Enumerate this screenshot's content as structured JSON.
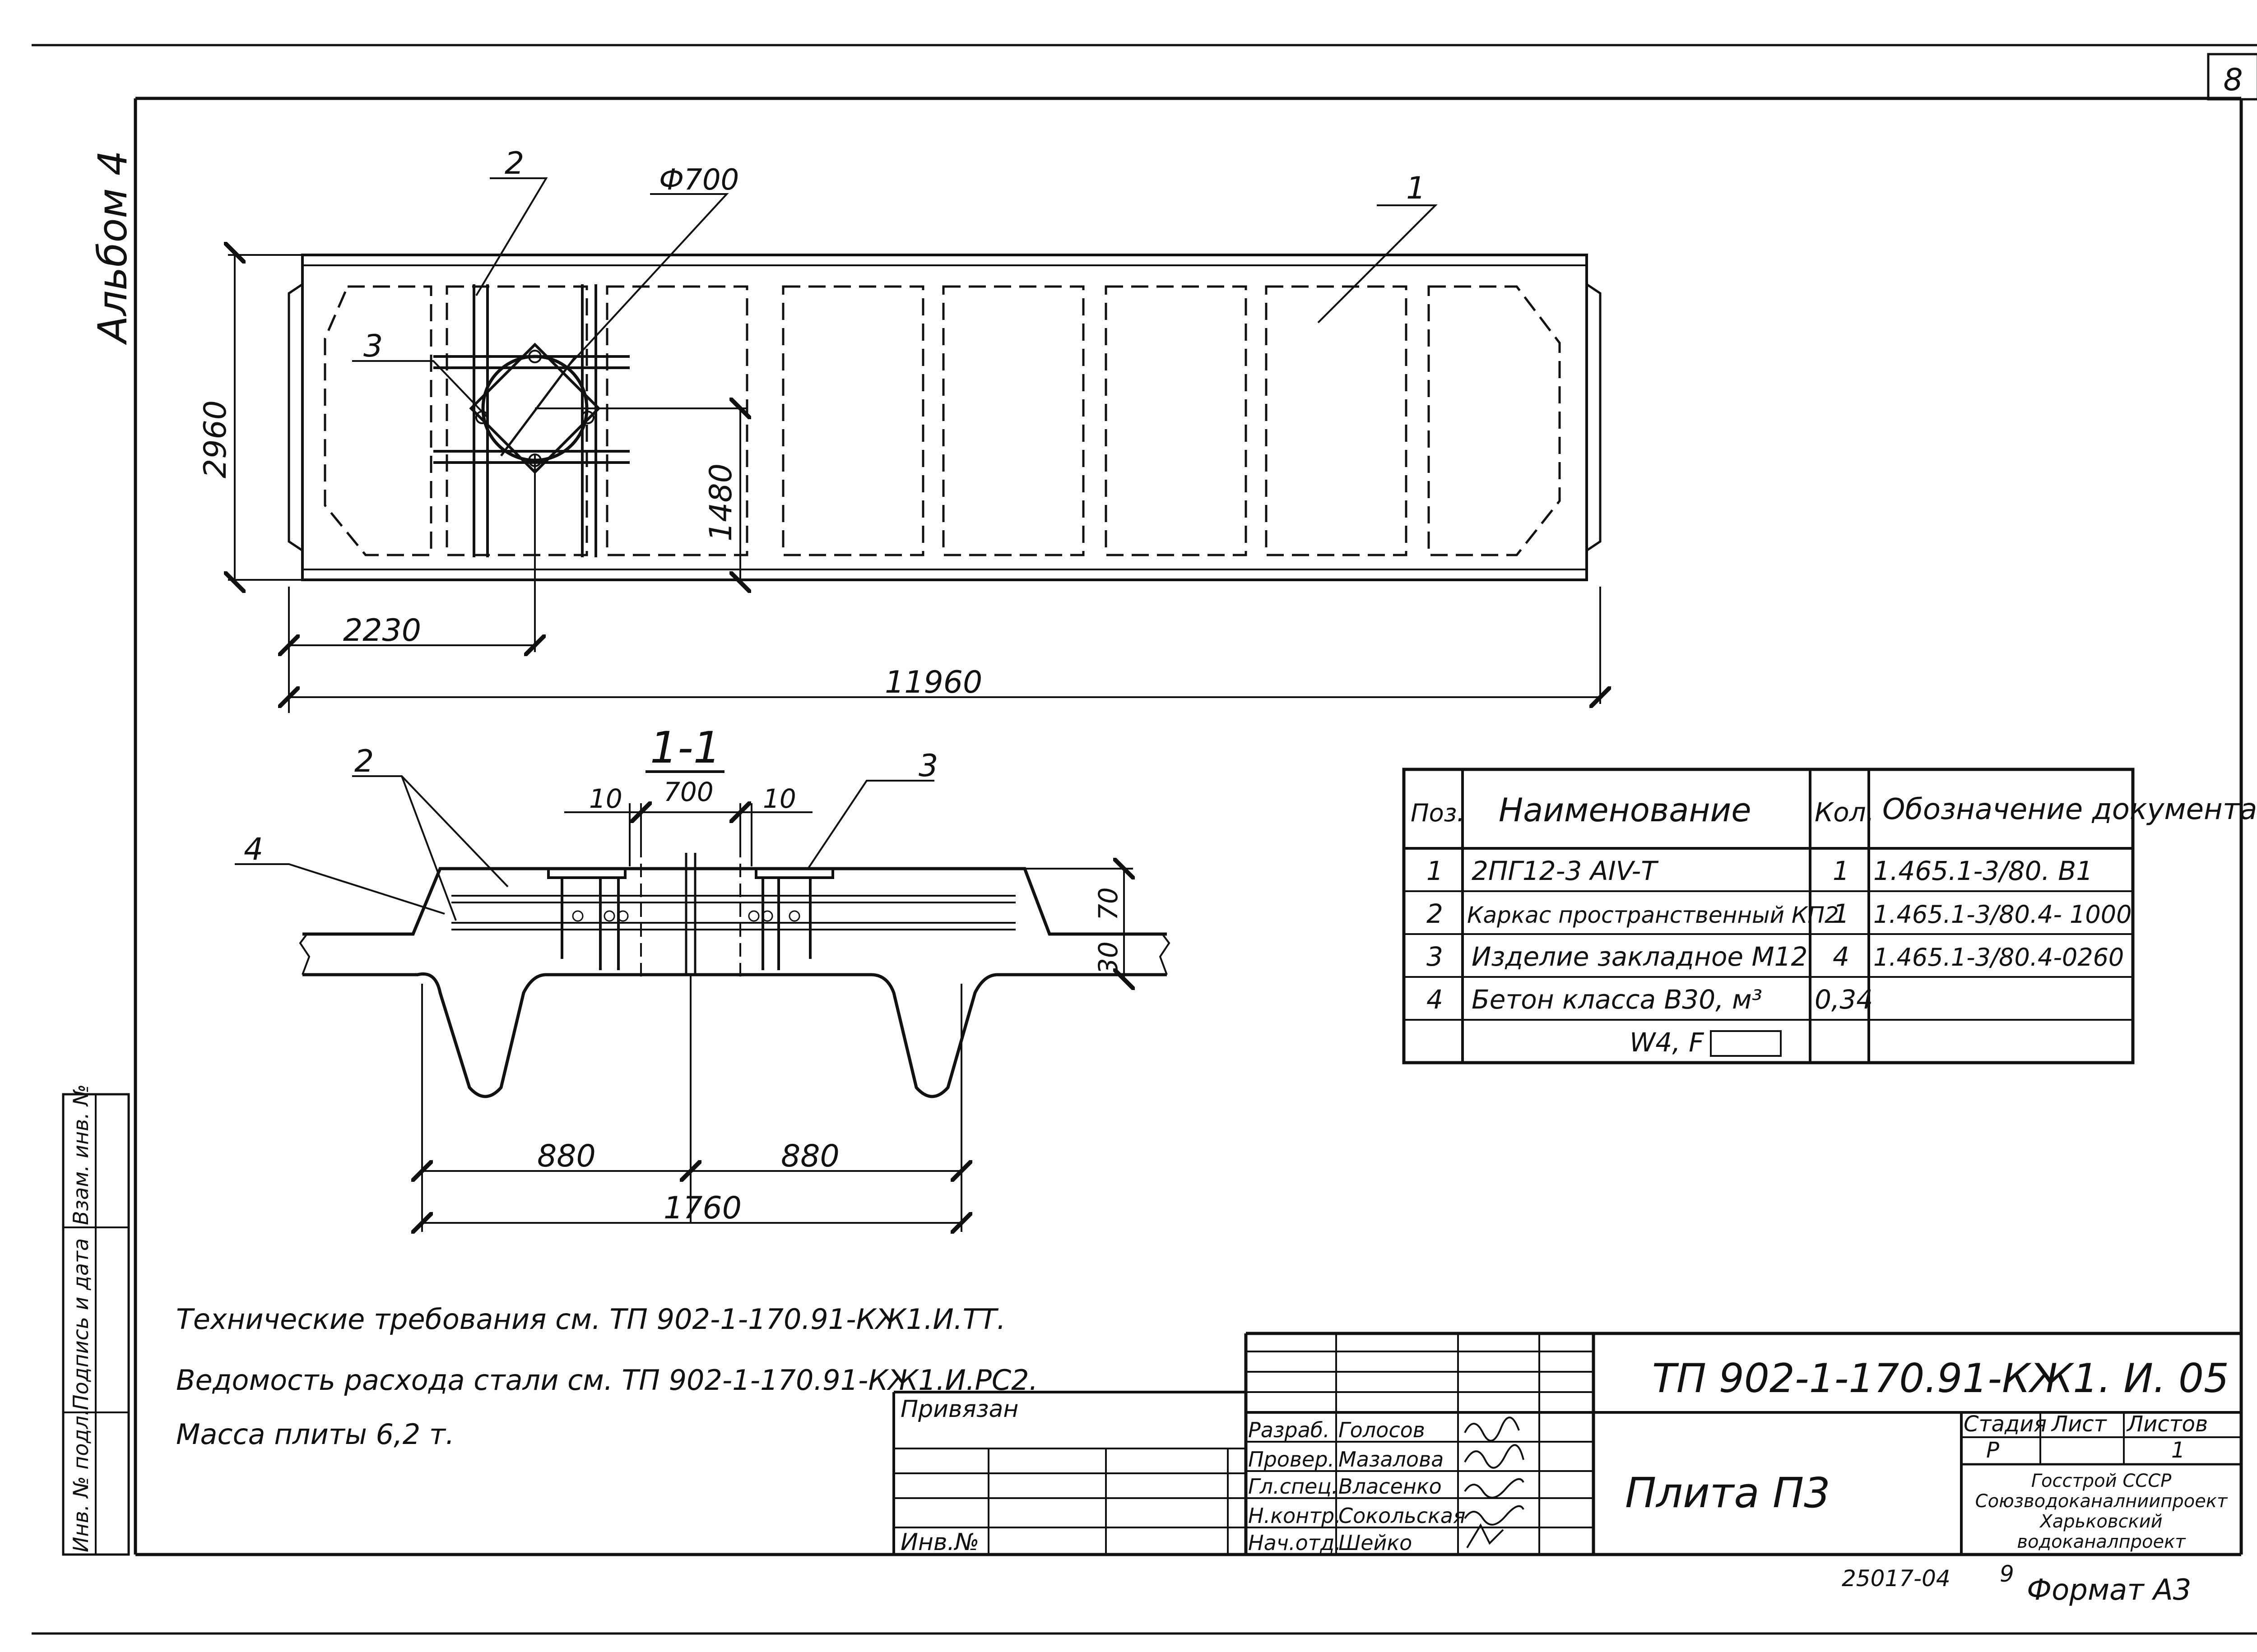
{
  "sheet": {
    "corner_number": "8",
    "side_album": "Альбом 4",
    "side_stamp": [
      "Инв. № подл.",
      "Подпись и дата",
      "Взам. инв. №"
    ]
  },
  "plan": {
    "dim_length": "11960",
    "dim_width": "2960",
    "dim_offset": "2230",
    "dim_half": "1480",
    "dim_diameter": "Ф700",
    "callouts": [
      "1",
      "2",
      "3"
    ]
  },
  "section": {
    "title": "1-1",
    "dim_700": "700",
    "dim_10_left": "10",
    "dim_10_right": "10",
    "dim_70": "70",
    "dim_30": "30",
    "dim_880_left": "880",
    "dim_880_right": "880",
    "dim_1760": "1760",
    "callouts": [
      "2",
      "3",
      "4"
    ]
  },
  "spec_table": {
    "headers": [
      "Поз.",
      "Наименование",
      "Кол.",
      "Обозначение документа"
    ],
    "rows": [
      [
        "1",
        "2ПГ12-3 АIV-Т",
        "1",
        "1.465.1-3/80. В1"
      ],
      [
        "2",
        "Каркас пространственный КП2",
        "1",
        "1.465.1-3/80.4- 1000"
      ],
      [
        "3",
        "Изделие закладное М12",
        "4",
        "1.465.1-3/80.4-0260"
      ],
      [
        "4",
        "Бетон класса В30, м³",
        "0,34",
        ""
      ],
      [
        "",
        "W4, F",
        "",
        ""
      ]
    ]
  },
  "notes": [
    "Технические требования см. ТП 902-1-170.91-КЖ1.И.ТТ.",
    "Ведомость расхода стали см. ТП 902-1-170.91-КЖ1.И.РС2.",
    "Масса плиты 6,2 т."
  ],
  "title_block": {
    "privyazan": "Привязан",
    "inv": "Инв.№",
    "doc_code": "ТП 902-1-170.91-КЖ1. И. 05",
    "roles": [
      "Разраб.",
      "Провер.",
      "Гл.спец.",
      "Н.контр.",
      "Нач.отд."
    ],
    "names": [
      "Голосов",
      "Мазалова",
      "Власенко",
      "Сокольская",
      "Шейко"
    ],
    "name_title": "Плита П3",
    "stage_header": "Стадия",
    "sheet_header": "Лист",
    "sheets_header": "Листов",
    "stage": "Р",
    "sheets": "1",
    "org": [
      "Госстрой СССР",
      "Союзводоканалниипроект",
      "Харьковский",
      "водоканалпроект"
    ],
    "footer_code": "25017-04",
    "footer_num": "9",
    "format": "Формат А3"
  }
}
